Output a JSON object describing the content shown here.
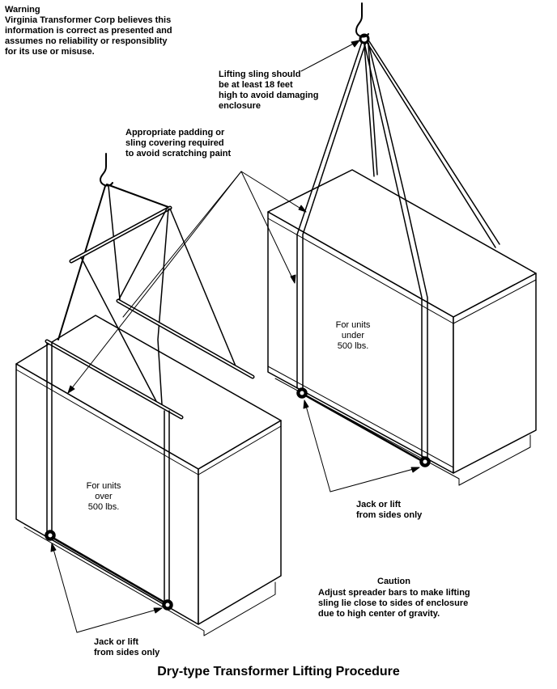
{
  "warning": {
    "heading": "Warning",
    "body": "Virginia Transformer Corp believes this\ninformation is correct as presented and\nassumes no reliability or responsiblity\nfor its use or misuse."
  },
  "notes": {
    "sling_height": "Lifting sling should\nbe at least 18 feet\nhigh to avoid damaging\nenclosure",
    "padding": "Appropriate padding or\nsling covering required\nto avoid scratching paint",
    "small_unit": "For units\nunder\n500 lbs.",
    "large_unit": "For units\nover\n500 lbs.",
    "jack_right": "Jack or lift\nfrom sides only",
    "jack_left": "Jack or lift\nfrom sides only",
    "caution_heading": "Caution",
    "caution_body": "Adjust spreader bars to make lifting\nsling lie close to sides of enclosure\ndue to high center of gravity."
  },
  "title": "Dry-type Transformer Lifting Procedure",
  "colors": {
    "ink": "#000000",
    "paper": "#ffffff"
  }
}
